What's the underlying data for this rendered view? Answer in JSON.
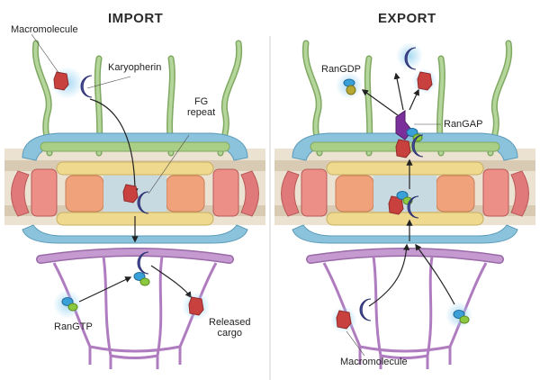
{
  "import": {
    "title": "IMPORT",
    "labels": {
      "macromolecule": "Macromolecule",
      "karyopherin": "Karyopherin",
      "fg_repeat_1": "FG",
      "fg_repeat_2": "repeat",
      "rangtp": "RanGTP",
      "released_cargo_1": "Released",
      "released_cargo_2": "cargo"
    }
  },
  "export": {
    "title": "EXPORT",
    "labels": {
      "rangdp": "RanGDP",
      "rangap": "RanGAP",
      "macromolecule": "Macromolecule"
    }
  },
  "colors": {
    "filament": "#a9c98a",
    "outer_ring": "#8cc3dc",
    "envelope": "#e8dcc8",
    "core": "#f0a27a",
    "spoke": "#e8d48a",
    "side": "#e07a7a",
    "basket": "#c49ad0",
    "karyopherin": "#4a4f9c",
    "cargo": "#c9413f",
    "ran_blue": "#3aa0d8",
    "ran_green": "#8cc840",
    "rangap": "#7a2f9a"
  }
}
